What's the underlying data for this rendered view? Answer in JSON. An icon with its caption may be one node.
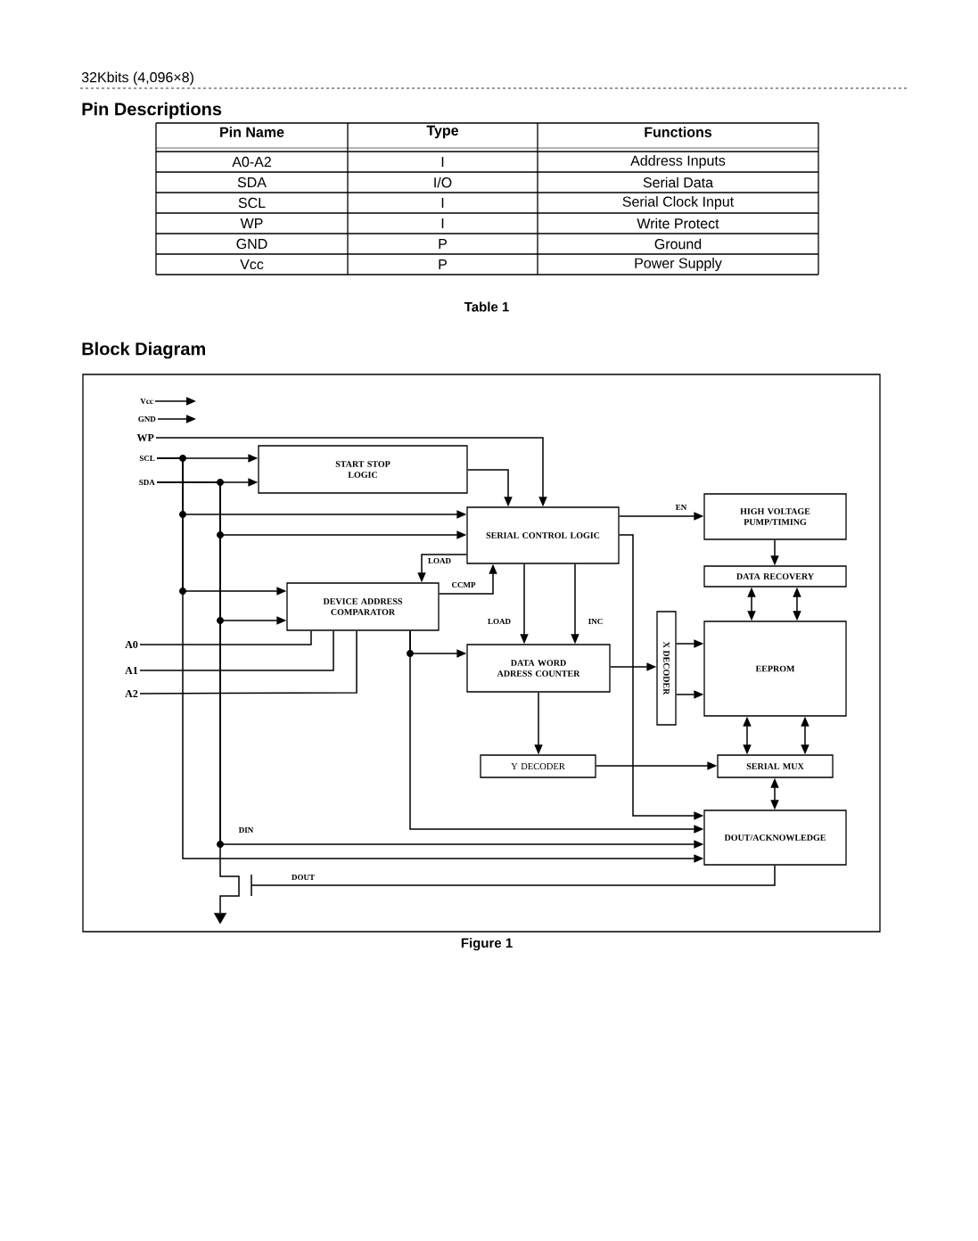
{
  "diagram": {
    "title": "Block Diagram",
    "caption": "Figure 1",
    "nodes": [
      {
        "text": [
          "START STOP LOGIC"
        ]
      },
      {
        "text": [
          "SERIAL CONTROL LOGIC"
        ]
      },
      {
        "text": [
          "DEVICE ADDRESS COMPARATOR"
        ]
      },
      {
        "text": [
          "DATA WORD ADRESS COUNTER"
        ]
      },
      {
        "text": [
          "Y DECODER"
        ]
      },
      {
        "text": [
          "X DECODER"
        ]
      },
      {
        "text": [
          "HIGH VOLTAGE PUMP/TIMING"
        ]
      },
      {
        "text": [
          "DATA RECOVERY"
        ]
      },
      {
        "text": [
          "EEPROM"
        ]
      },
      {
        "text": [
          "SERIAL MUX"
        ]
      },
      {
        "text": [
          "DOUT/ACKNOWLEDGE"
        ]
      },
      {
        "text": [
          "Vcc"
        ]
      },
      {
        "text": [
          "GND"
        ]
      },
      {
        "text": [
          "WP"
        ]
      },
      {
        "text": [
          "SCL"
        ]
      },
      {
        "text": [
          "SDA"
        ]
      },
      {
        "text": [
          "A0"
        ]
      },
      {
        "text": [
          "A1"
        ]
      },
      {
        "text": [
          "A2"
        ]
      },
      {
        "text": [],
        "shape": "triangle"
      }
    ],
    "edges": [
      {
        "from": 11,
        "to": null,
        "arrow": "to"
      },
      {
        "from": 12,
        "to": null,
        "arrow": "to"
      },
      {
        "from": 13,
        "to": 1,
        "arrow": "to"
      },
      {
        "from": 14,
        "to": 0,
        "arrow": "to"
      },
      {
        "from": 15,
        "to": 0,
        "arrow": "to"
      },
      {
        "from": 14,
        "to": 1,
        "arrow": "to"
      },
      {
        "from": 15,
        "to": 1,
        "arrow": "to"
      },
      {
        "from": 14,
        "to": 2,
        "arrow": "to"
      },
      {
        "from": 15,
        "to": 2,
        "arrow": "to"
      },
      {
        "from": 14,
        "to": 10,
        "arrow": "to"
      },
      {
        "from": 15,
        "to": 10,
        "arrow": "to",
        "label": "DIN"
      },
      {
        "from": 15,
        "to": 19,
        "arrow": "none"
      },
      {
        "from": 16,
        "to": 2,
        "arrow": "none"
      },
      {
        "from": 17,
        "to": 2,
        "arrow": "none"
      },
      {
        "from": 18,
        "to": 2,
        "arrow": "none"
      },
      {
        "from": 0,
        "to": 1,
        "arrow": "to"
      },
      {
        "from": 1,
        "to": 2,
        "arrow": "to",
        "label": "LOAD"
      },
      {
        "from": 2,
        "to": 1,
        "arrow": "to",
        "label": "CCMP"
      },
      {
        "from": 2,
        "to": 3,
        "arrow": "to"
      },
      {
        "from": 2,
        "to": 10,
        "arrow": "to"
      },
      {
        "from": 1,
        "to": 3,
        "arrow": "to",
        "label": "LOAD"
      },
      {
        "from": 1,
        "to": 3,
        "arrow": "to",
        "label": "INC"
      },
      {
        "from": 1,
        "to": 6,
        "arrow": "to",
        "label": "EN"
      },
      {
        "from": 1,
        "to": 10,
        "arrow": "to"
      },
      {
        "from": 3,
        "to": 5,
        "arrow": "to"
      },
      {
        "from": 3,
        "to": 4,
        "arrow": "to"
      },
      {
        "from": 5,
        "to": 8,
        "arrow": "to"
      },
      {
        "from": 5,
        "to": 8,
        "arrow": "to"
      },
      {
        "from": 6,
        "to": 7,
        "arrow": "to"
      },
      {
        "from": 7,
        "to": 8,
        "arrow": "both"
      },
      {
        "from": 7,
        "to": 8,
        "arrow": "both"
      },
      {
        "from": 8,
        "to": 9,
        "arrow": "both"
      },
      {
        "from": 8,
        "to": 9,
        "arrow": "both"
      },
      {
        "from": 4,
        "to": 9,
        "arrow": "to"
      },
      {
        "from": 9,
        "to": 10,
        "arrow": "both"
      },
      {
        "from": 10,
        "to": null,
        "arrow": "none",
        "label": "DOUT"
      }
    ],
    "labels": [
      "32Kbits (4,096×8)",
      "Pin Descriptions",
      "Pin Name",
      "Type",
      "Functions",
      "A0-A2",
      "I",
      "Address Inputs",
      "SDA",
      "I/O",
      "Serial Data",
      "SCL",
      "I",
      "Serial Clock Input",
      "WP",
      "I",
      "Write Protect",
      "GND",
      "P",
      "Ground",
      "Vcc",
      "P",
      "Power Supply",
      "Table 1"
    ]
  }
}
